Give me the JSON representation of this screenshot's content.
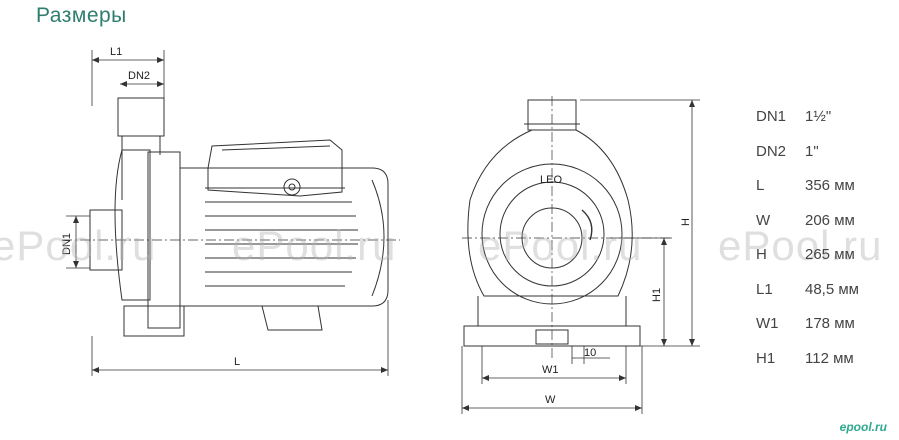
{
  "title": "Размеры",
  "watermark": "ePool.ru",
  "brand": "epool.ru",
  "side_view": {
    "labels": {
      "l1": "L1",
      "dn2": "DN2",
      "dn1": "DN1",
      "l": "L"
    }
  },
  "front_view": {
    "labels": {
      "h": "H",
      "h1": "H1",
      "w1": "W1",
      "w": "W",
      "ten": "10"
    },
    "motor_text": "LEO"
  },
  "specs": [
    {
      "key": "DN1",
      "value": "1½\""
    },
    {
      "key": "DN2",
      "value": "1\""
    },
    {
      "key": "L",
      "value": "356 мм"
    },
    {
      "key": "W",
      "value": "206 мм"
    },
    {
      "key": "H",
      "value": "265 мм"
    },
    {
      "key": "L1",
      "value": "48,5 мм"
    },
    {
      "key": "W1",
      "value": "178 мм"
    },
    {
      "key": "H1",
      "value": "112 мм"
    }
  ],
  "colors": {
    "title": "#2e7d6e",
    "brand": "#2fa890",
    "line": "#333333"
  }
}
